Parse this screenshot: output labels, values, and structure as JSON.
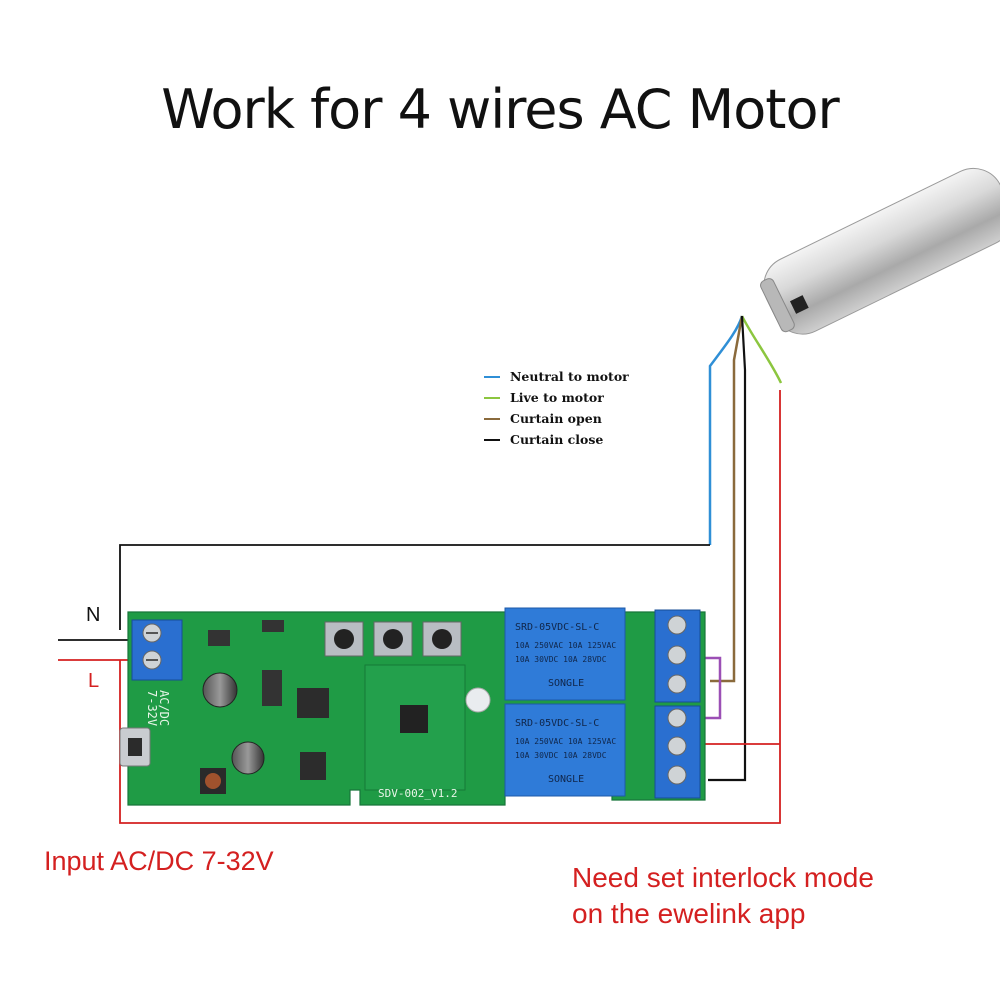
{
  "title": "Work for 4 wires AC Motor",
  "legend": [
    {
      "label": "Neutral to motor",
      "color": "#2f8fd6"
    },
    {
      "label": "Live to motor",
      "color": "#8cc63f"
    },
    {
      "label": "Curtain open",
      "color": "#8a6a3c"
    },
    {
      "label": "Curtain close",
      "color": "#111111"
    }
  ],
  "terminals": {
    "n_label": "N",
    "l_label": "L"
  },
  "board": {
    "power_label_1": "AC/DC",
    "power_label_2": "7-32V",
    "version": "SDV-002_V1.2",
    "relay_model": "SRD-05VDC-SL-C",
    "relay_rating_1": "10A 250VAC 10A 125VAC",
    "relay_rating_2": "10A 30VDC 10A 28VDC",
    "relay_brand": "SONGLE"
  },
  "input_label": "Input AC/DC 7-32V",
  "note": {
    "line1": "Need set interlock mode",
    "line2": "on the ewelink app"
  },
  "colors": {
    "neutral": "#2f8fd6",
    "live": "#8cc63f",
    "open": "#8a6a3c",
    "close": "#111111",
    "supply": "#d42020",
    "bridge": "#9b4fb5",
    "pcb": "#1f9b45",
    "relay": "#2f7bd8"
  }
}
